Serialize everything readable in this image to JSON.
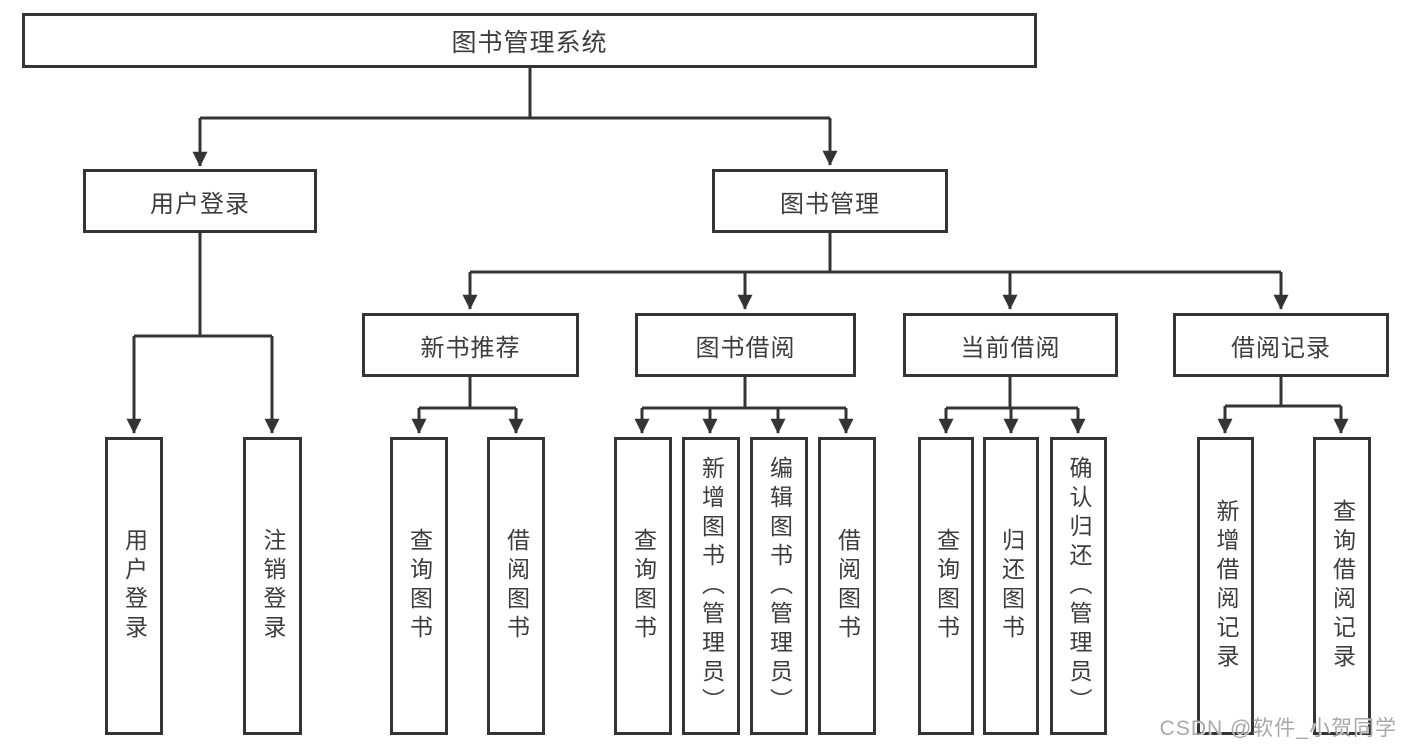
{
  "diagram": {
    "title": "图书管理系统",
    "colors": {
      "line": "#343434",
      "text": "#3d3d3d",
      "background": "#ffffff",
      "watermark": "#9e9e9e"
    },
    "tree": {
      "root": {
        "label": "图书管理系统"
      },
      "level2": [
        {
          "label": "用户登录"
        },
        {
          "label": "图书管理"
        }
      ],
      "level3": [
        {
          "label": "新书推荐"
        },
        {
          "label": "图书借阅"
        },
        {
          "label": "当前借阅"
        },
        {
          "label": "借阅记录"
        }
      ],
      "leaves": {
        "user_login": [
          "用户登录",
          "注销登录"
        ],
        "new_books": [
          "查询图书",
          "借阅图书"
        ],
        "book_borrow": [
          "查询图书",
          "新增图书（管理员）",
          "编辑图书（管理员）",
          "借阅图书"
        ],
        "current_borrow": [
          "查询图书",
          "归还图书",
          "确认归还（管理员）"
        ],
        "borrow_records": [
          "新增借阅记录",
          "查询借阅记录"
        ]
      }
    },
    "watermark": "CSDN @软件_小贺同学"
  }
}
